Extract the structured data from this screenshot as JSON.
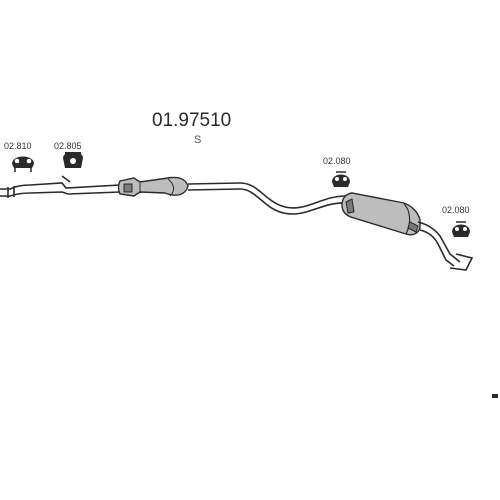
{
  "main_part": {
    "number": "01.97510",
    "variant": "S"
  },
  "fittings": [
    {
      "code": "02.810"
    },
    {
      "code": "02.805"
    },
    {
      "code": "02.080"
    },
    {
      "code": "02.080"
    }
  ],
  "colors": {
    "line": "#2a2a2a",
    "muffler_fill": "#bdbdbd",
    "muffler_shade": "#7a7a7a",
    "background": "#ffffff"
  }
}
